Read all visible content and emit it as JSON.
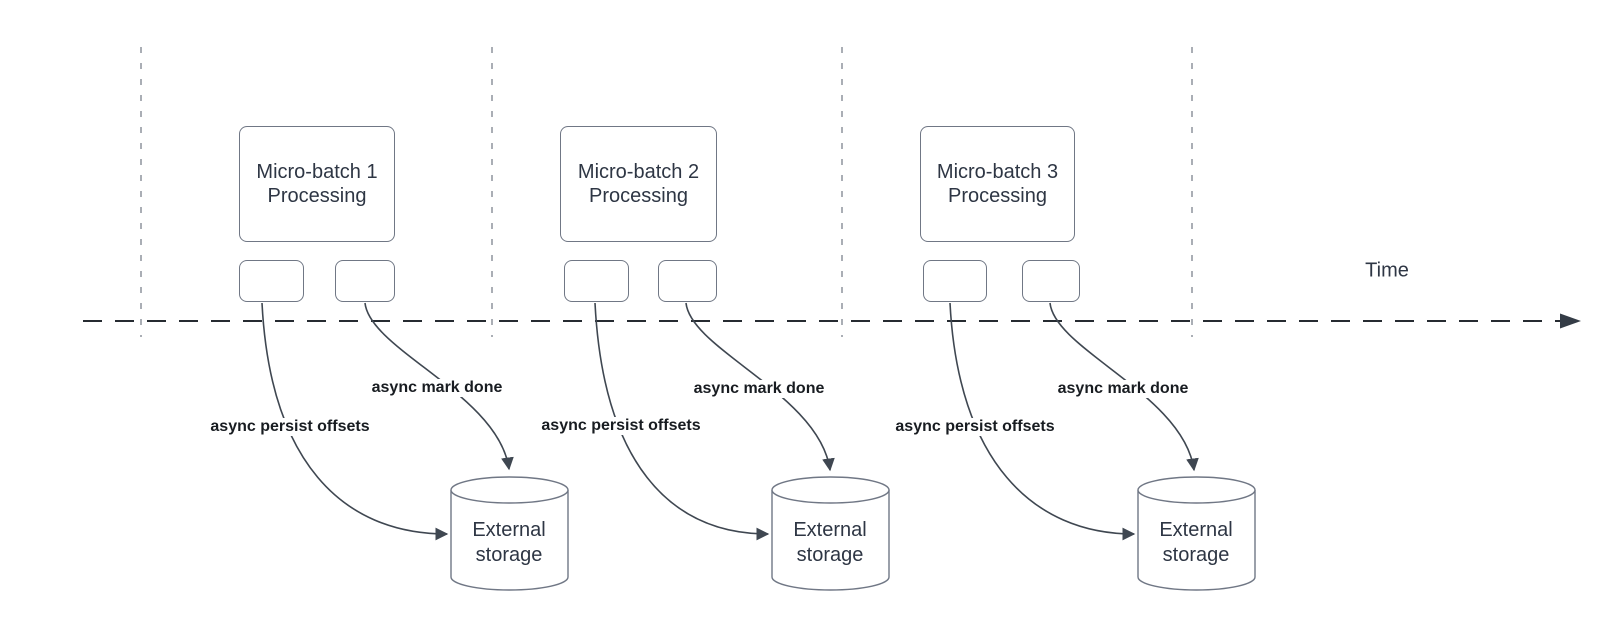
{
  "diagram": {
    "time_axis_label": "Time",
    "batches": [
      {
        "box_label": "Micro-batch 1\nProcessing",
        "persist_arrow_label": "async persist offsets",
        "done_arrow_label": "async mark done",
        "storage_label": "External\nstorage"
      },
      {
        "box_label": "Micro-batch 2\nProcessing",
        "persist_arrow_label": "async persist offsets",
        "done_arrow_label": "async mark done",
        "storage_label": "External\nstorage"
      },
      {
        "box_label": "Micro-batch 3\nProcessing",
        "persist_arrow_label": "async persist offsets",
        "done_arrow_label": "async mark done",
        "storage_label": "External\nstorage"
      }
    ],
    "colors": {
      "background": "#ffffff",
      "shape_border": "#707785",
      "shape_fill": "#ffffff",
      "connector_stroke": "#3f4751",
      "timeline_stroke": "#262b31",
      "guide_line_stroke": "#aaaeb5",
      "shape_text": "#2e3644",
      "edge_label_text": "#181c21"
    }
  }
}
